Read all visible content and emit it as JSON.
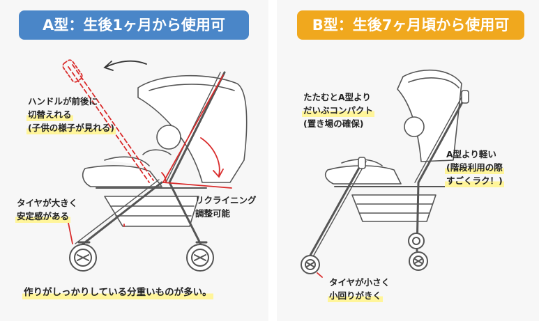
{
  "colors": {
    "badge_a": "#4a86c8",
    "badge_b": "#f0a81e",
    "highlight": "#fff59a",
    "accent_line": "#d92b2b"
  },
  "panel_a": {
    "badge": "A型：生後1ヶ月から使用可",
    "handle_note": [
      "ハンドルが前後に",
      "切替えれる",
      "(子供の様子が見れる)"
    ],
    "recline_note": [
      "リクライニング",
      "調整可能"
    ],
    "tire_note": [
      "タイヤが大きく",
      "安定感がある"
    ],
    "footer_note": "作りがしっかりしている分重いものが多い。"
  },
  "panel_b": {
    "badge": "B型：生後7ヶ月頃から使用可",
    "compact_note": [
      "たたむとA型より",
      "だいぶコンパクト",
      "(置き場の確保)"
    ],
    "light_note": [
      "A型より軽い",
      "(階段利用の際",
      "すごくラク！)"
    ],
    "tire_note": [
      "タイヤが小さく",
      "小回りがきく"
    ]
  }
}
